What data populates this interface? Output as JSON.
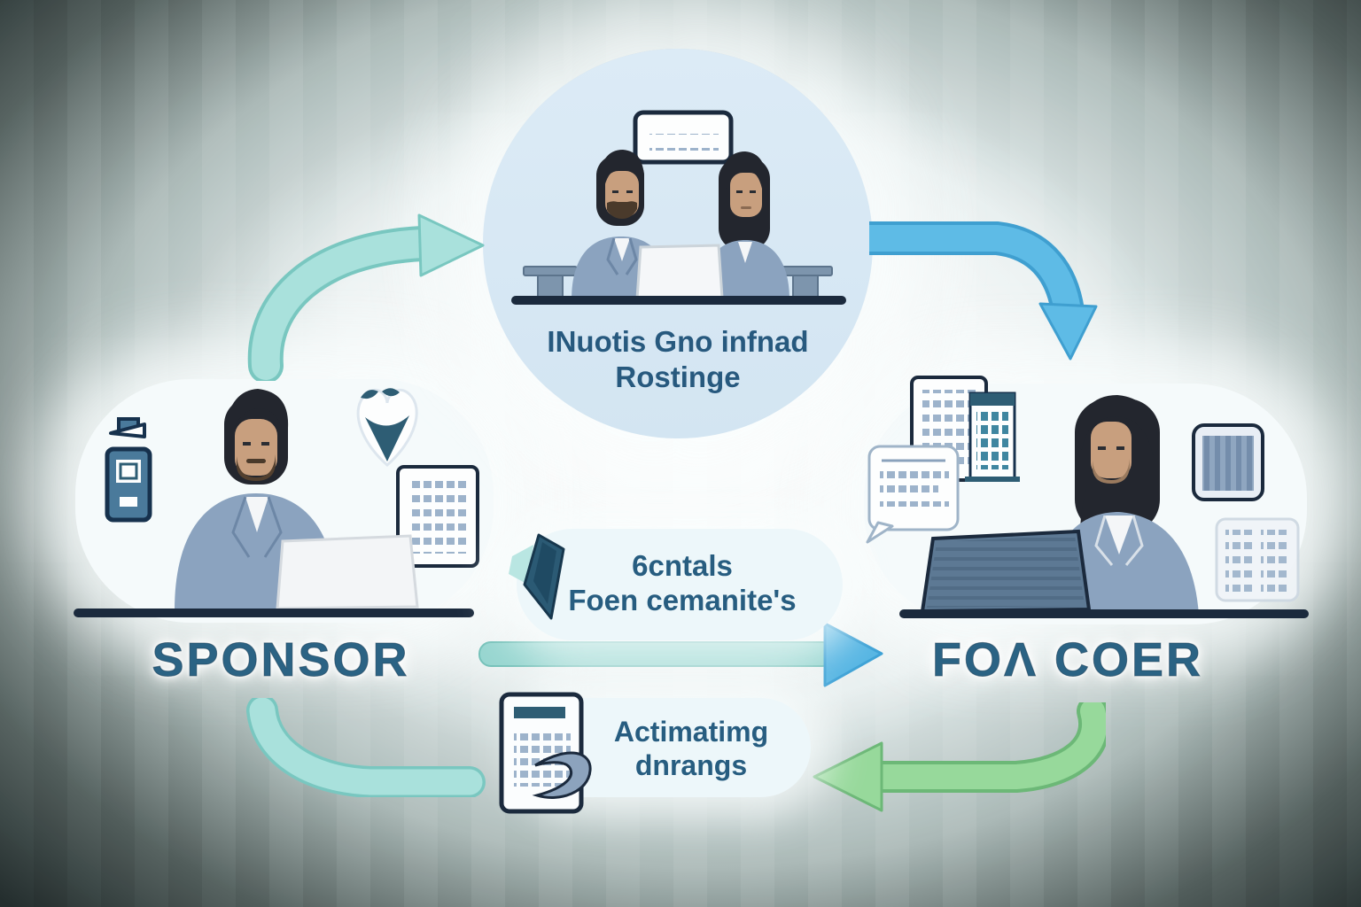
{
  "scene": {
    "top": {
      "caption_line1": "INuotis Gno infnad",
      "caption_line2": "Rostinge"
    },
    "left": {
      "label": "SPONSOR"
    },
    "right": {
      "label": "FOΛ COER"
    },
    "middle_bubble": {
      "line1": "6cntals",
      "line2": "Foen cemanite's"
    },
    "bottom_bubble": {
      "line1": "Actimatimg",
      "line2": "dnrangs"
    }
  },
  "icons": [
    "medicine-bottle-icon",
    "shield-heart-icon",
    "document-icon",
    "sign-icon",
    "speech-bubble-icon",
    "building-icon",
    "calendar-icon",
    "page-curl-icon",
    "ribbon-icon",
    "laptop-icon"
  ],
  "colors": {
    "caption_text": "#27597e",
    "label_text": "#2b6384",
    "arrow_teal": "#a9e1dc",
    "arrow_blue": "#5ebbe6",
    "arrow_green": "#97d99b",
    "circle_fill": "#d7e7f3",
    "dark_navy": "#1b2a3d",
    "steel_blue": "#8ba3bf",
    "background_dark": "#222c2c"
  }
}
